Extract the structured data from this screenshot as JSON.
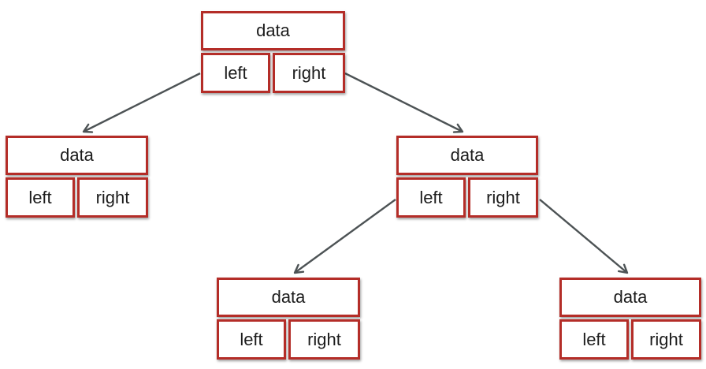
{
  "diagram": {
    "type": "binary-tree-node-diagram",
    "colors": {
      "node_border": "#b42d28",
      "node_fill": "#ffffff",
      "arrow": "#4d5355",
      "text": "#1c1c1c",
      "background": "#ffffff"
    },
    "nodes": [
      {
        "id": "root",
        "data_label": "data",
        "left_label": "left",
        "right_label": "right"
      },
      {
        "id": "left-child",
        "data_label": "data",
        "left_label": "left",
        "right_label": "right"
      },
      {
        "id": "right-child",
        "data_label": "data",
        "left_label": "left",
        "right_label": "right"
      },
      {
        "id": "right-left-grandchild",
        "data_label": "data",
        "left_label": "left",
        "right_label": "right"
      },
      {
        "id": "right-right-grandchild",
        "data_label": "data",
        "left_label": "left",
        "right_label": "right"
      }
    ],
    "edges": [
      {
        "from": "root.left",
        "to": "left-child"
      },
      {
        "from": "root.right",
        "to": "right-child"
      },
      {
        "from": "right-child.left",
        "to": "right-left-grandchild"
      },
      {
        "from": "right-child.right",
        "to": "right-right-grandchild"
      }
    ]
  }
}
